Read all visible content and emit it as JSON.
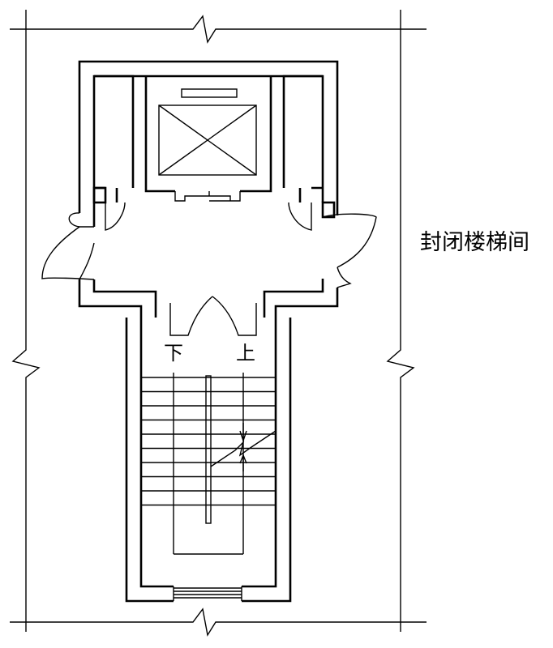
{
  "diagram": {
    "title": "封闭楼梯间",
    "down_label": "下",
    "up_label": "上",
    "stair_treads_per_flight": 10
  }
}
